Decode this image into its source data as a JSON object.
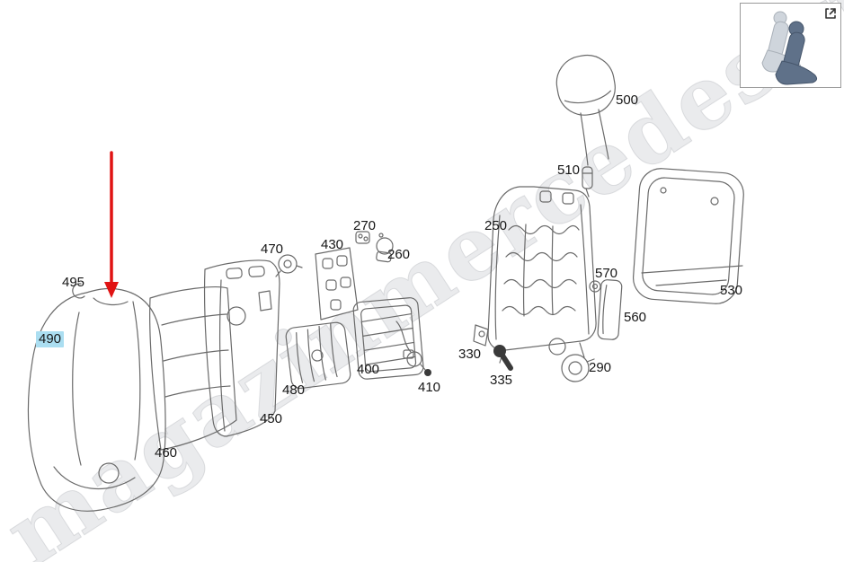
{
  "watermark": {
    "text": "magazinmercedes.ru"
  },
  "thumbnail": {
    "expand_icon": "open-fullscreen-icon"
  },
  "colors": {
    "highlight": "#abdef1",
    "arrow": "#e01313",
    "line": "#6a6a6a"
  },
  "labels": [
    {
      "text": "500",
      "highlighted": false
    },
    {
      "text": "510",
      "highlighted": false
    },
    {
      "text": "250",
      "highlighted": false
    },
    {
      "text": "570",
      "highlighted": false
    },
    {
      "text": "560",
      "highlighted": false
    },
    {
      "text": "530",
      "highlighted": false
    },
    {
      "text": "290",
      "highlighted": false
    },
    {
      "text": "335",
      "highlighted": false
    },
    {
      "text": "330",
      "highlighted": false
    },
    {
      "text": "410",
      "highlighted": false
    },
    {
      "text": "400",
      "highlighted": false
    },
    {
      "text": "480",
      "highlighted": false
    },
    {
      "text": "450",
      "highlighted": false
    },
    {
      "text": "460",
      "highlighted": false
    },
    {
      "text": "490",
      "highlighted": true
    },
    {
      "text": "495",
      "highlighted": false
    },
    {
      "text": "470",
      "highlighted": false
    },
    {
      "text": "430",
      "highlighted": false
    },
    {
      "text": "270",
      "highlighted": false
    },
    {
      "text": "260",
      "highlighted": false
    }
  ]
}
